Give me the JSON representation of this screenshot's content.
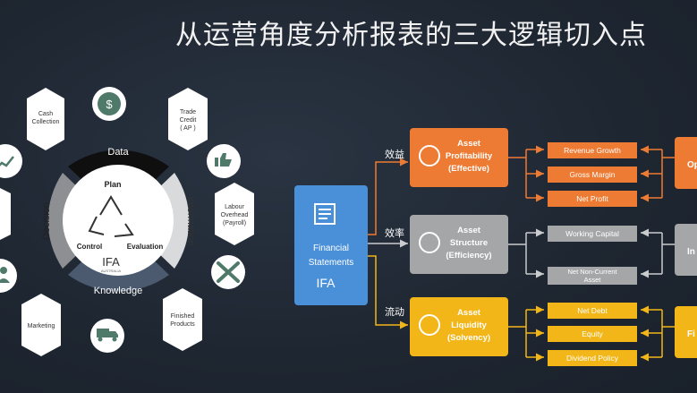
{
  "title": "从运营角度分析报表的三大逻辑切入点",
  "cycle": {
    "segments": {
      "data": "Data",
      "information": "Information",
      "knowledge": "Knowledge",
      "decision": "Decision"
    },
    "center": {
      "plan": "Plan",
      "control": "Control",
      "evaluation": "Evaluation",
      "logo": "IFA",
      "logo_sub": "AUSTRALIA"
    },
    "hexagons": {
      "cash_collection": [
        "Cash",
        "Collection"
      ],
      "trade_credit": [
        "Trade",
        "Credit",
        "( AP )"
      ],
      "labour_overhead": [
        "Labour",
        "Overhead",
        "(Payroll)"
      ],
      "finished_products": [
        "Finished",
        "Products"
      ],
      "marketing": [
        "Marketing"
      ]
    }
  },
  "flow": {
    "source": {
      "line1": "Financial",
      "line2": "Statements",
      "logo": "IFA"
    },
    "branches": [
      {
        "tag": "效益",
        "line1": "Asset",
        "line2": "Profitability",
        "line3": "(Effective)",
        "color": "#ee7b33",
        "items": [
          "Revenue Growth",
          "Gross Margin",
          "Net Profit"
        ],
        "right_label": "Op"
      },
      {
        "tag": "效率",
        "line1": "Asset",
        "line2": "Structure",
        "line3": "(Efficiency)",
        "color": "#a4a6a8",
        "items": [
          "Working Capital",
          "Net Non-Current Asset"
        ],
        "right_label": "In"
      },
      {
        "tag": "流动",
        "line1": "Asset",
        "line2": "Liquidity",
        "line3": "(Solvency)",
        "color": "#f2b619",
        "items": [
          "Net Debt",
          "Equity",
          "Dividend Policy"
        ],
        "right_label": "Fi"
      }
    ]
  },
  "colors": {
    "orange": "#ee7b33",
    "gray": "#a4a6a8",
    "yellow": "#f2b619",
    "blue": "#4a90d9",
    "background": "#1f2733"
  }
}
